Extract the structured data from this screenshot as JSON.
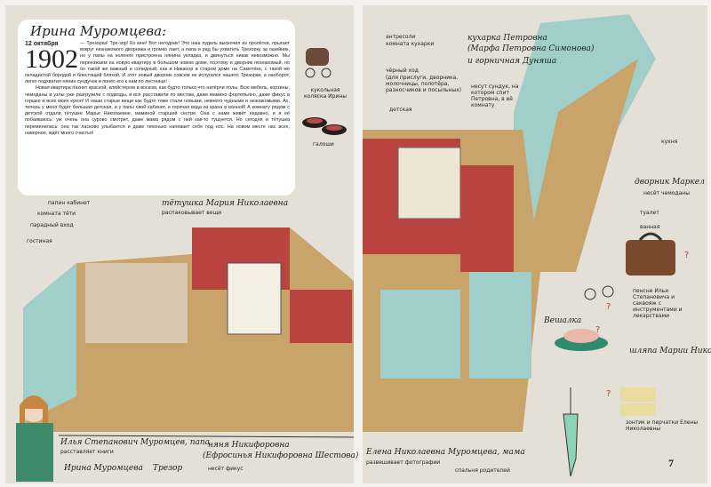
{
  "left_page": {
    "title": "Ирина Муромцева:",
    "date": "12 октября",
    "year": "1902",
    "story": [
      "— Трезорка! Тре-зор! Ко мне! Вот негодник! Это наш пудель выскочил из пролётки, прыгает вокруг незнакомого дворника и громко лает, а папа и рад бы ухватить Трезорку за ошейник, но у папы на коленях пристроена нянина укладка, и двинуться никак невозможно. Мы переезжаем на новую квартиру в большом новом доме, поэтому и дворник незнакомый, но он такой же важный и солидный, как и Никанор в старом доме на Самотёке, с такой же окладистой бородой и блестящей бляхой. И этот новый дворник совсем не испугался нашего Трезорки, а наоборот, легко подхватил нянин сундучок и понёс его к нам по лестнице!",
      "Новая квартира пахнет краской, клейстером и воском, как будто только что натёрли полы. Всю мебель, корзины, чемоданы и узлы уже разгрузили с подводы, и всё расставили по местам, даже мамино фортепьяно, даже фикус в горшке и всех моих кукол! И наши старые вещи как будто тоже стали новыми, немного чудными и незнакомыми. Ах, теперь у меня будет большая детская, и у папы свой кабинет, и горячая вода из крана в ванной! А комнату рядом с детской отдали тётушке Марье Николаевне, маминой старшей сестре. Она с нами живёт недавно, и я её побаиваюсь: уж очень она сурово смотрит, даже мама рядом с ней как-то тушуется. Но сегодня и тётушка переменилась: она так ласково улыбается и даже тихонько напевает себе под нос. На новом месте нас всех, наверное, ждёт много счастья!"
    ],
    "labels": {
      "doll_carriage": "кукольная коляска Ирины",
      "galoshes": "галоши",
      "papa_study": "папин кабинет",
      "aunt_room": "комната тёти",
      "front_entrance": "парадный вход",
      "living_room": "гостиная",
      "aunt_name": "тётушка Мария Николаевна",
      "aunt_action": "распаковывает вещи",
      "papa_name": "Илья Степанович Муромцев, папа",
      "papa_action": "расставляет книги",
      "irina": "Ирина Муромцева",
      "trezor": "Трезор",
      "nanny_name": "няня Никифоровна",
      "nanny_full": "(Ефросинья Никифоровна Шестова)",
      "nanny_action": "несёт фикус"
    }
  },
  "right_page": {
    "labels": {
      "pantry": "антресоли",
      "cook_room": "комната кухарки",
      "cook": "кухарка Петровна",
      "cook_full": "(Марфа Петровна Симонова)",
      "maid": "и горничная Дуняша",
      "chest": "несут сундук, на котором спит Петровна, в её комнату",
      "back_door": "чёрный ход",
      "back_door_note": "(для прислуги, дворника, молочницы, полотёра, разносчиков и посыльных)",
      "nursery": "детская",
      "kitchen": "кухня",
      "janitor": "дворник Маркел",
      "janitor_action": "несёт чемоданы",
      "toilet": "туалет",
      "bathroom": "ванная",
      "pince_nez": "пенсне Ильи Степановича и саквояж с инструментами и лекарствами",
      "hanger": "Вешалка",
      "hat": "шляпа Марии Николаевны",
      "umbrella_gloves": "зонтик и перчатки Елены Николаевны",
      "mama_name": "Елена Николаевна Муромцева, мама",
      "mama_action": "развешивает фотографии",
      "bedroom": "спальня родителей"
    },
    "question_mark": "?",
    "page_number": "7"
  },
  "colors": {
    "paper": "#e4e0d7",
    "teal": "#7fc1b5",
    "red_wall": "#b8433f",
    "floor": "#c9a46a",
    "question": "#c0392b"
  }
}
